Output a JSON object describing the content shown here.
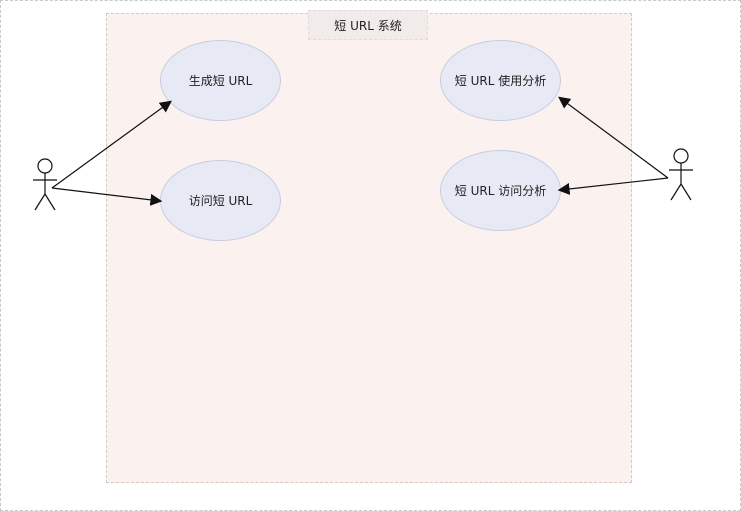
{
  "diagram": {
    "system_title": "短 URL 系统",
    "use_cases": {
      "generate": "生成短 URL",
      "visit": "访问短 URL",
      "analysis": "短 URL 使用分析",
      "visit_analysis": "短 URL 访问分析"
    }
  }
}
